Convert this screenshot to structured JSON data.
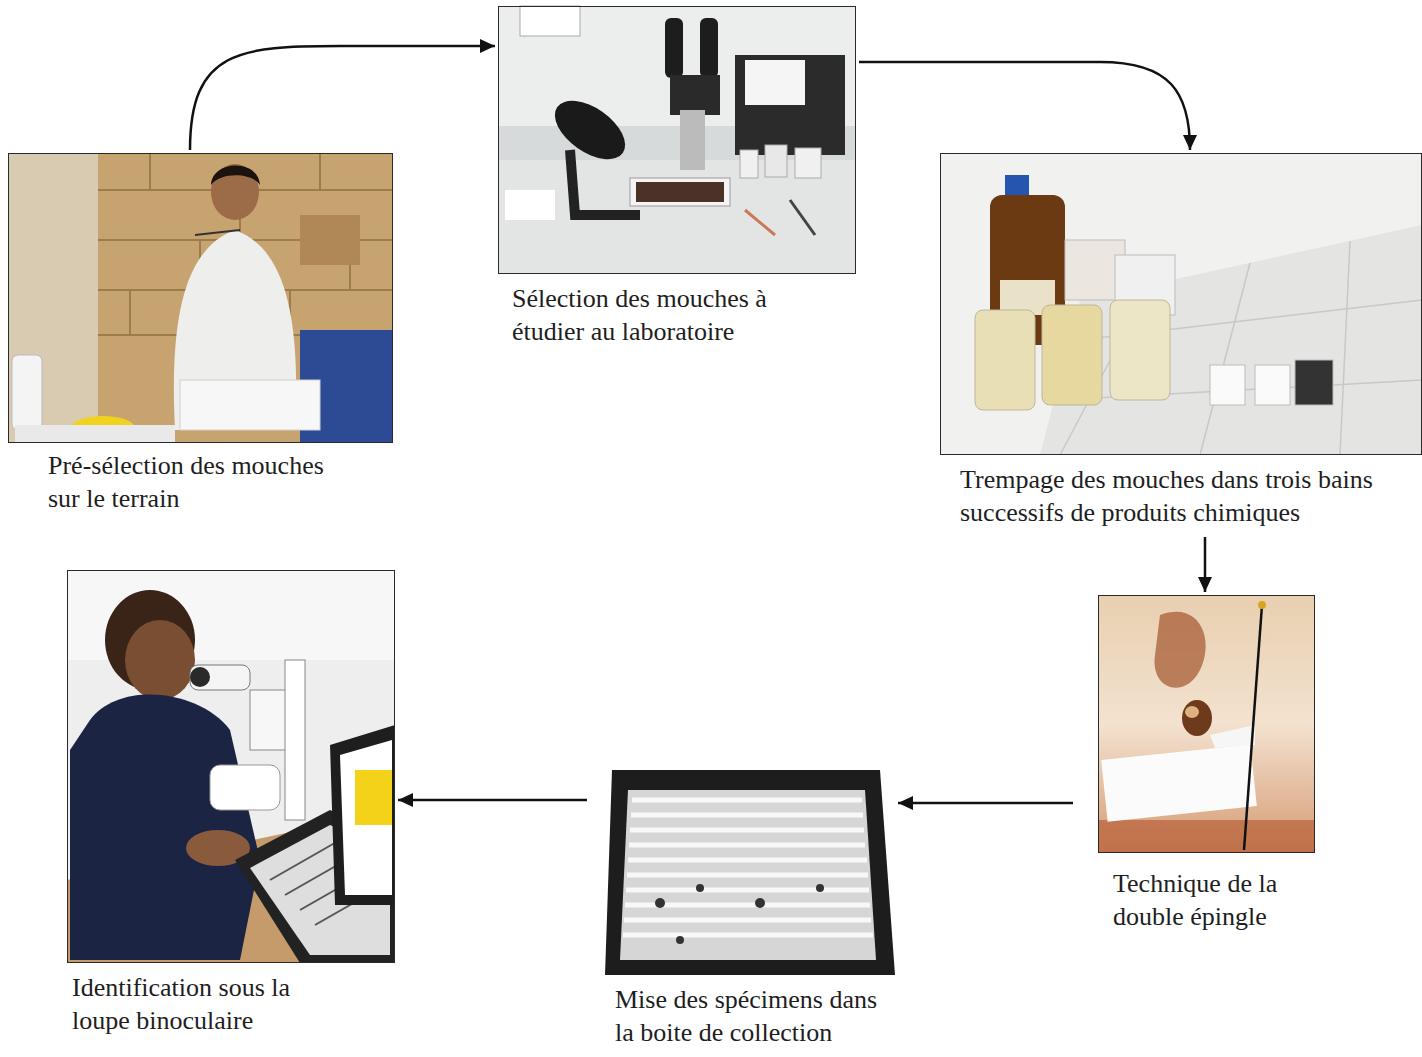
{
  "diagram": {
    "nodes": [
      {
        "text": [
          "Pré-sélection des mouches sur le terrain"
        ]
      },
      {
        "text": [
          "Sélection des mouches à étudier au laboratoire"
        ]
      },
      {
        "text": [
          "Trempage des mouches dans trois bains successifs de produits chimiques"
        ]
      },
      {
        "text": [
          "Technique de la double épingle"
        ]
      },
      {
        "text": [
          "Mise des spécimens dans la boite de collection"
        ]
      },
      {
        "text": [
          "Identification sous la loupe binoculaire"
        ]
      }
    ],
    "edges": [
      {
        "from": 0,
        "to": 1,
        "arrow": "to"
      },
      {
        "from": 1,
        "to": 2,
        "arrow": "to"
      },
      {
        "from": 2,
        "to": 3,
        "arrow": "to"
      },
      {
        "from": 3,
        "to": 4,
        "arrow": "to"
      },
      {
        "from": 4,
        "to": 5,
        "arrow": "to"
      }
    ]
  }
}
